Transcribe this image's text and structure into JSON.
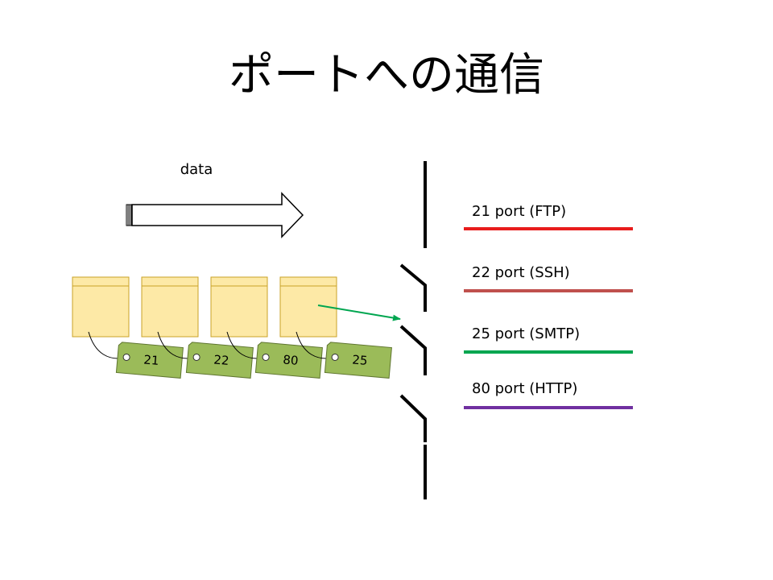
{
  "title": "ポートへの通信",
  "data_label": "data",
  "packets": [
    {
      "tag": "21"
    },
    {
      "tag": "22"
    },
    {
      "tag": "80"
    },
    {
      "tag": "25"
    }
  ],
  "ports": [
    {
      "label": "21 port (FTP)",
      "color": "#e81c1c"
    },
    {
      "label": "22 port (SSH)",
      "color": "#c0504d"
    },
    {
      "label": "25 port (SMTP)",
      "color": "#00a650"
    },
    {
      "label": "80 port (HTTP)",
      "color": "#7030a0"
    }
  ],
  "colors": {
    "envelope_fill": "#fde9a6",
    "envelope_stroke": "#c9a227",
    "tag_fill": "#9bbb59",
    "tag_stroke": "#5f7530",
    "pointer_arrow": "#00a650",
    "wall": "#000000"
  }
}
